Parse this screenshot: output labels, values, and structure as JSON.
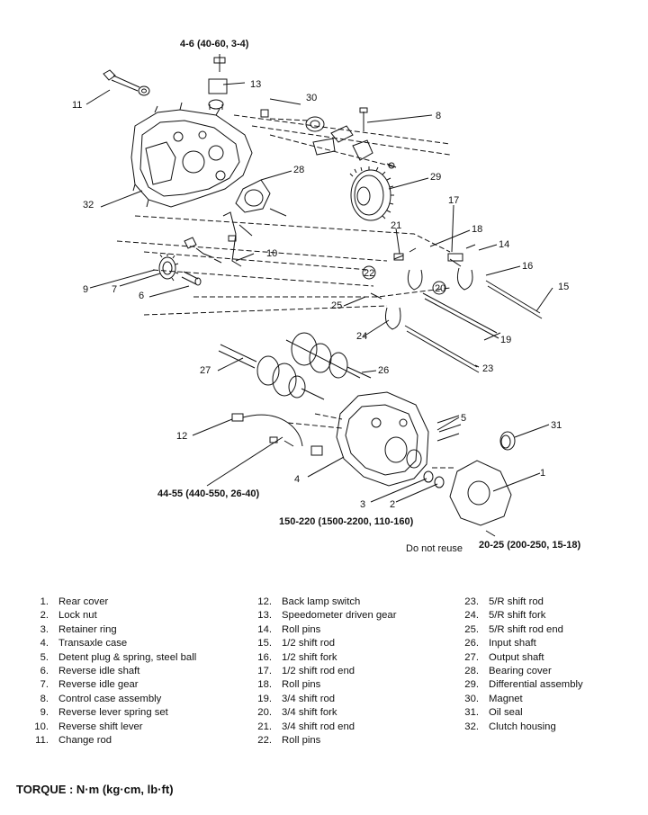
{
  "callouts": [
    "1",
    "2",
    "3",
    "4",
    "5",
    "6",
    "7",
    "8",
    "9",
    "10",
    "11",
    "12",
    "13",
    "14",
    "15",
    "16",
    "17",
    "18",
    "19",
    "20",
    "21",
    "22",
    "23",
    "24",
    "25",
    "26",
    "27",
    "28",
    "29",
    "30",
    "31",
    "32"
  ],
  "torque_specs": {
    "speedo": "4-6 (40-60, 3-4)",
    "back_lamp": "44-55 (440-550, 26-40)",
    "case_bolts": "150-220 (1500-2200, 110-160)",
    "rear_cover": "20-25 (200-250, 15-18)"
  },
  "note_do_not_reuse": "Do not reuse",
  "legend": {
    "col1": [
      {
        "num": "1.",
        "label": "Rear cover"
      },
      {
        "num": "2.",
        "label": "Lock nut"
      },
      {
        "num": "3.",
        "label": "Retainer ring"
      },
      {
        "num": "4.",
        "label": "Transaxle case"
      },
      {
        "num": "5.",
        "label": "Detent plug & spring, steel ball"
      },
      {
        "num": "6.",
        "label": "Reverse idle shaft"
      },
      {
        "num": "7.",
        "label": "Reverse idle gear"
      },
      {
        "num": "8.",
        "label": "Control case assembly"
      },
      {
        "num": "9.",
        "label": "Reverse lever spring set"
      },
      {
        "num": "10.",
        "label": "Reverse shift lever"
      },
      {
        "num": "11.",
        "label": "Change rod"
      }
    ],
    "col2": [
      {
        "num": "12.",
        "label": "Back lamp switch"
      },
      {
        "num": "13.",
        "label": "Speedometer driven gear"
      },
      {
        "num": "14.",
        "label": "Roll pins"
      },
      {
        "num": "15.",
        "label": "1/2 shift rod"
      },
      {
        "num": "16.",
        "label": "1/2 shift fork"
      },
      {
        "num": "17.",
        "label": "1/2 shift rod end"
      },
      {
        "num": "18.",
        "label": "Roll pins"
      },
      {
        "num": "19.",
        "label": "3/4 shift rod"
      },
      {
        "num": "20.",
        "label": "3/4 shift fork"
      },
      {
        "num": "21.",
        "label": "3/4 shift rod end"
      },
      {
        "num": "22.",
        "label": "Roll pins"
      }
    ],
    "col3": [
      {
        "num": "23.",
        "label": "5/R shift rod"
      },
      {
        "num": "24.",
        "label": "5/R shift fork"
      },
      {
        "num": "25.",
        "label": "5/R shift rod end"
      },
      {
        "num": "26.",
        "label": "Input shaft"
      },
      {
        "num": "27.",
        "label": "Output shaft"
      },
      {
        "num": "28.",
        "label": "Bearing cover"
      },
      {
        "num": "29.",
        "label": "Differential assembly"
      },
      {
        "num": "30.",
        "label": "Magnet"
      },
      {
        "num": "31.",
        "label": "Oil seal"
      },
      {
        "num": "32.",
        "label": "Clutch housing"
      }
    ]
  },
  "footer": {
    "torque_label": "TORQUE : N·m (kg·cm, lb·ft)"
  }
}
